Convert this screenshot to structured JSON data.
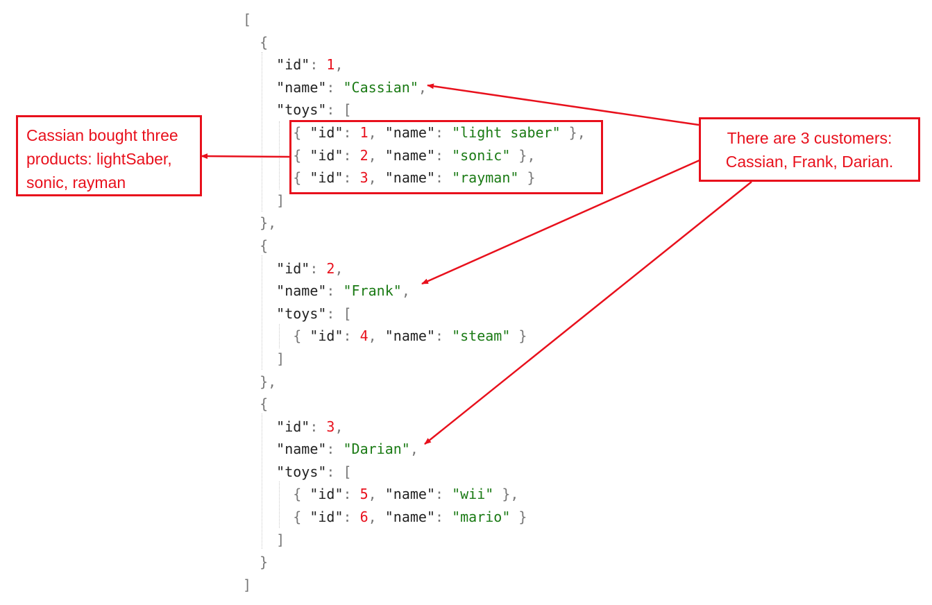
{
  "annotations": {
    "left_note": "Cassian bought three\nproducts: lightSaber,\nsonic, rayman",
    "right_note": "There are 3 customers:\nCassian, Frank, Darian."
  },
  "code_lines": [
    [
      [
        "p",
        "["
      ]
    ],
    [
      [
        "p",
        "  {"
      ]
    ],
    [
      [
        "k",
        "    \"id\""
      ],
      [
        "p",
        ": "
      ],
      [
        "n",
        "1"
      ],
      [
        "p",
        ","
      ]
    ],
    [
      [
        "k",
        "    \"name\""
      ],
      [
        "p",
        ": "
      ],
      [
        "s",
        "\"Cassian\""
      ],
      [
        "p",
        ","
      ]
    ],
    [
      [
        "k",
        "    \"toys\""
      ],
      [
        "p",
        ": ["
      ]
    ],
    [
      [
        "p",
        "      { "
      ],
      [
        "k",
        "\"id\""
      ],
      [
        "p",
        ": "
      ],
      [
        "n",
        "1"
      ],
      [
        "p",
        ", "
      ],
      [
        "k",
        "\"name\""
      ],
      [
        "p",
        ": "
      ],
      [
        "s",
        "\"light saber\""
      ],
      [
        "p",
        " },"
      ]
    ],
    [
      [
        "p",
        "      { "
      ],
      [
        "k",
        "\"id\""
      ],
      [
        "p",
        ": "
      ],
      [
        "n",
        "2"
      ],
      [
        "p",
        ", "
      ],
      [
        "k",
        "\"name\""
      ],
      [
        "p",
        ": "
      ],
      [
        "s",
        "\"sonic\""
      ],
      [
        "p",
        " },"
      ]
    ],
    [
      [
        "p",
        "      { "
      ],
      [
        "k",
        "\"id\""
      ],
      [
        "p",
        ": "
      ],
      [
        "n",
        "3"
      ],
      [
        "p",
        ", "
      ],
      [
        "k",
        "\"name\""
      ],
      [
        "p",
        ": "
      ],
      [
        "s",
        "\"rayman\""
      ],
      [
        "p",
        " }"
      ]
    ],
    [
      [
        "p",
        "    ]"
      ]
    ],
    [
      [
        "p",
        "  },"
      ]
    ],
    [
      [
        "p",
        "  {"
      ]
    ],
    [
      [
        "k",
        "    \"id\""
      ],
      [
        "p",
        ": "
      ],
      [
        "n",
        "2"
      ],
      [
        "p",
        ","
      ]
    ],
    [
      [
        "k",
        "    \"name\""
      ],
      [
        "p",
        ": "
      ],
      [
        "s",
        "\"Frank\""
      ],
      [
        "p",
        ","
      ]
    ],
    [
      [
        "k",
        "    \"toys\""
      ],
      [
        "p",
        ": ["
      ]
    ],
    [
      [
        "p",
        "      { "
      ],
      [
        "k",
        "\"id\""
      ],
      [
        "p",
        ": "
      ],
      [
        "n",
        "4"
      ],
      [
        "p",
        ", "
      ],
      [
        "k",
        "\"name\""
      ],
      [
        "p",
        ": "
      ],
      [
        "s",
        "\"steam\""
      ],
      [
        "p",
        " }"
      ]
    ],
    [
      [
        "p",
        "    ]"
      ]
    ],
    [
      [
        "p",
        "  },"
      ]
    ],
    [
      [
        "p",
        "  {"
      ]
    ],
    [
      [
        "k",
        "    \"id\""
      ],
      [
        "p",
        ": "
      ],
      [
        "n",
        "3"
      ],
      [
        "p",
        ","
      ]
    ],
    [
      [
        "k",
        "    \"name\""
      ],
      [
        "p",
        ": "
      ],
      [
        "s",
        "\"Darian\""
      ],
      [
        "p",
        ","
      ]
    ],
    [
      [
        "k",
        "    \"toys\""
      ],
      [
        "p",
        ": ["
      ]
    ],
    [
      [
        "p",
        "      { "
      ],
      [
        "k",
        "\"id\""
      ],
      [
        "p",
        ": "
      ],
      [
        "n",
        "5"
      ],
      [
        "p",
        ", "
      ],
      [
        "k",
        "\"name\""
      ],
      [
        "p",
        ": "
      ],
      [
        "s",
        "\"wii\""
      ],
      [
        "p",
        " },"
      ]
    ],
    [
      [
        "p",
        "      { "
      ],
      [
        "k",
        "\"id\""
      ],
      [
        "p",
        ": "
      ],
      [
        "n",
        "6"
      ],
      [
        "p",
        ", "
      ],
      [
        "k",
        "\"name\""
      ],
      [
        "p",
        ": "
      ],
      [
        "s",
        "\"mario\""
      ],
      [
        "p",
        " }"
      ]
    ],
    [
      [
        "p",
        "    ]"
      ]
    ],
    [
      [
        "p",
        "  }"
      ]
    ],
    [
      [
        "p",
        "]"
      ]
    ]
  ],
  "colors": {
    "annotation": "#e8101c",
    "number": "#e8101c",
    "string": "#1a7a14",
    "key": "#222222",
    "punctuation": "#777777"
  }
}
